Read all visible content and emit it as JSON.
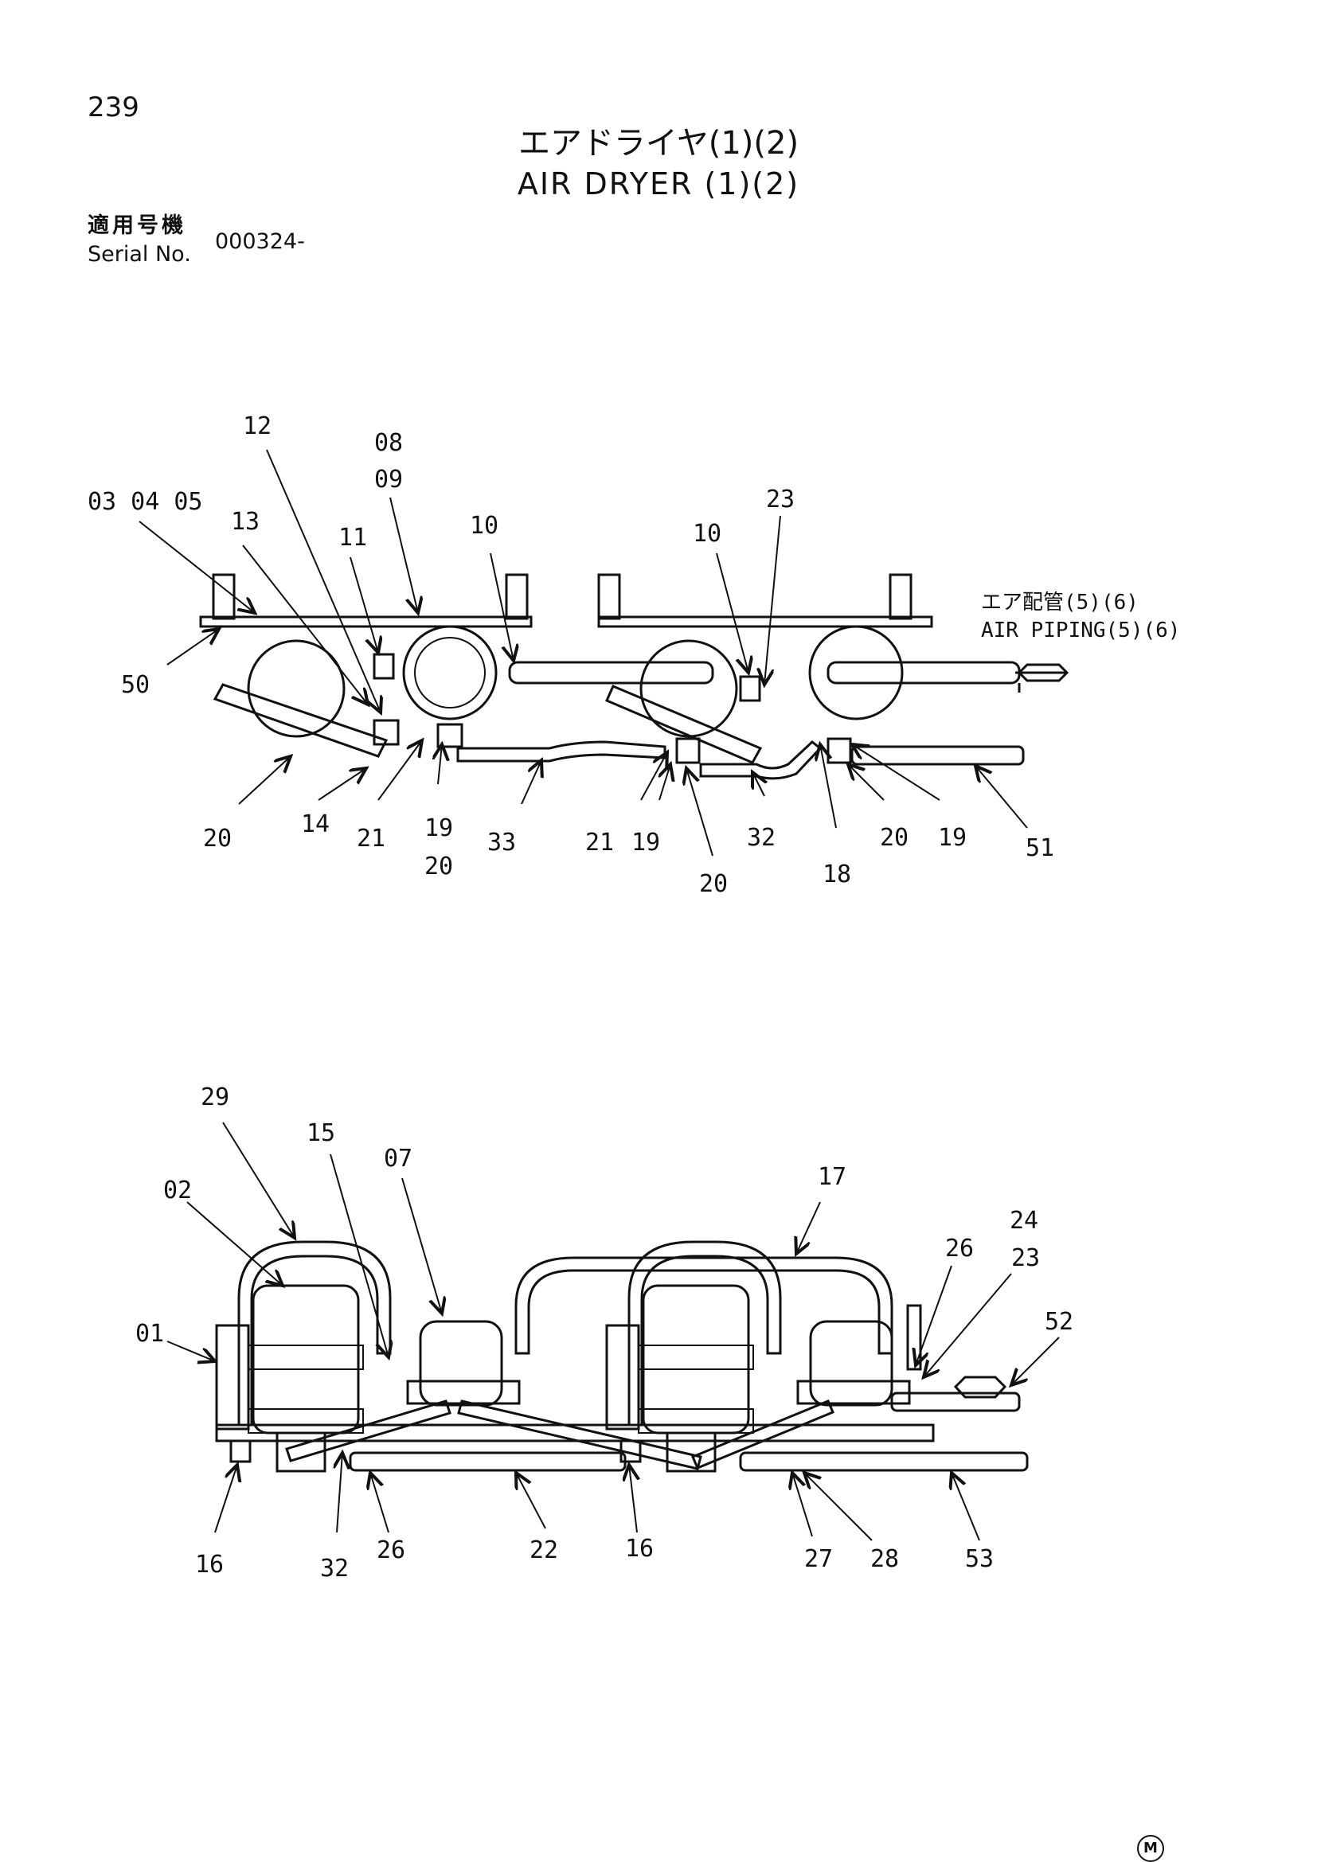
{
  "page": {
    "number": "239",
    "title_ja": "エアドライヤ(1)(2)",
    "title_en": "AIR DRYER (1)(2)",
    "serial_label_ja": "適用号機",
    "serial_label_en": "Serial No.",
    "serial_value": "000324-",
    "mark": "M"
  },
  "top_view": {
    "ref_ja": "エア配管(5)(6)",
    "ref_en": "AIR PIPING(5)(6)",
    "labels": [
      "12",
      "08",
      "09",
      "03 04 05",
      "13",
      "11",
      "10",
      "10",
      "23",
      "50",
      "20",
      "14",
      "21",
      "19",
      "20",
      "33",
      "21",
      "19",
      "20",
      "32",
      "18",
      "20",
      "19",
      "51"
    ]
  },
  "bottom_view": {
    "labels": [
      "29",
      "15",
      "07",
      "17",
      "24",
      "02",
      "26",
      "23",
      "52",
      "01",
      "16",
      "32",
      "26",
      "22",
      "16",
      "27",
      "28",
      "53"
    ]
  }
}
